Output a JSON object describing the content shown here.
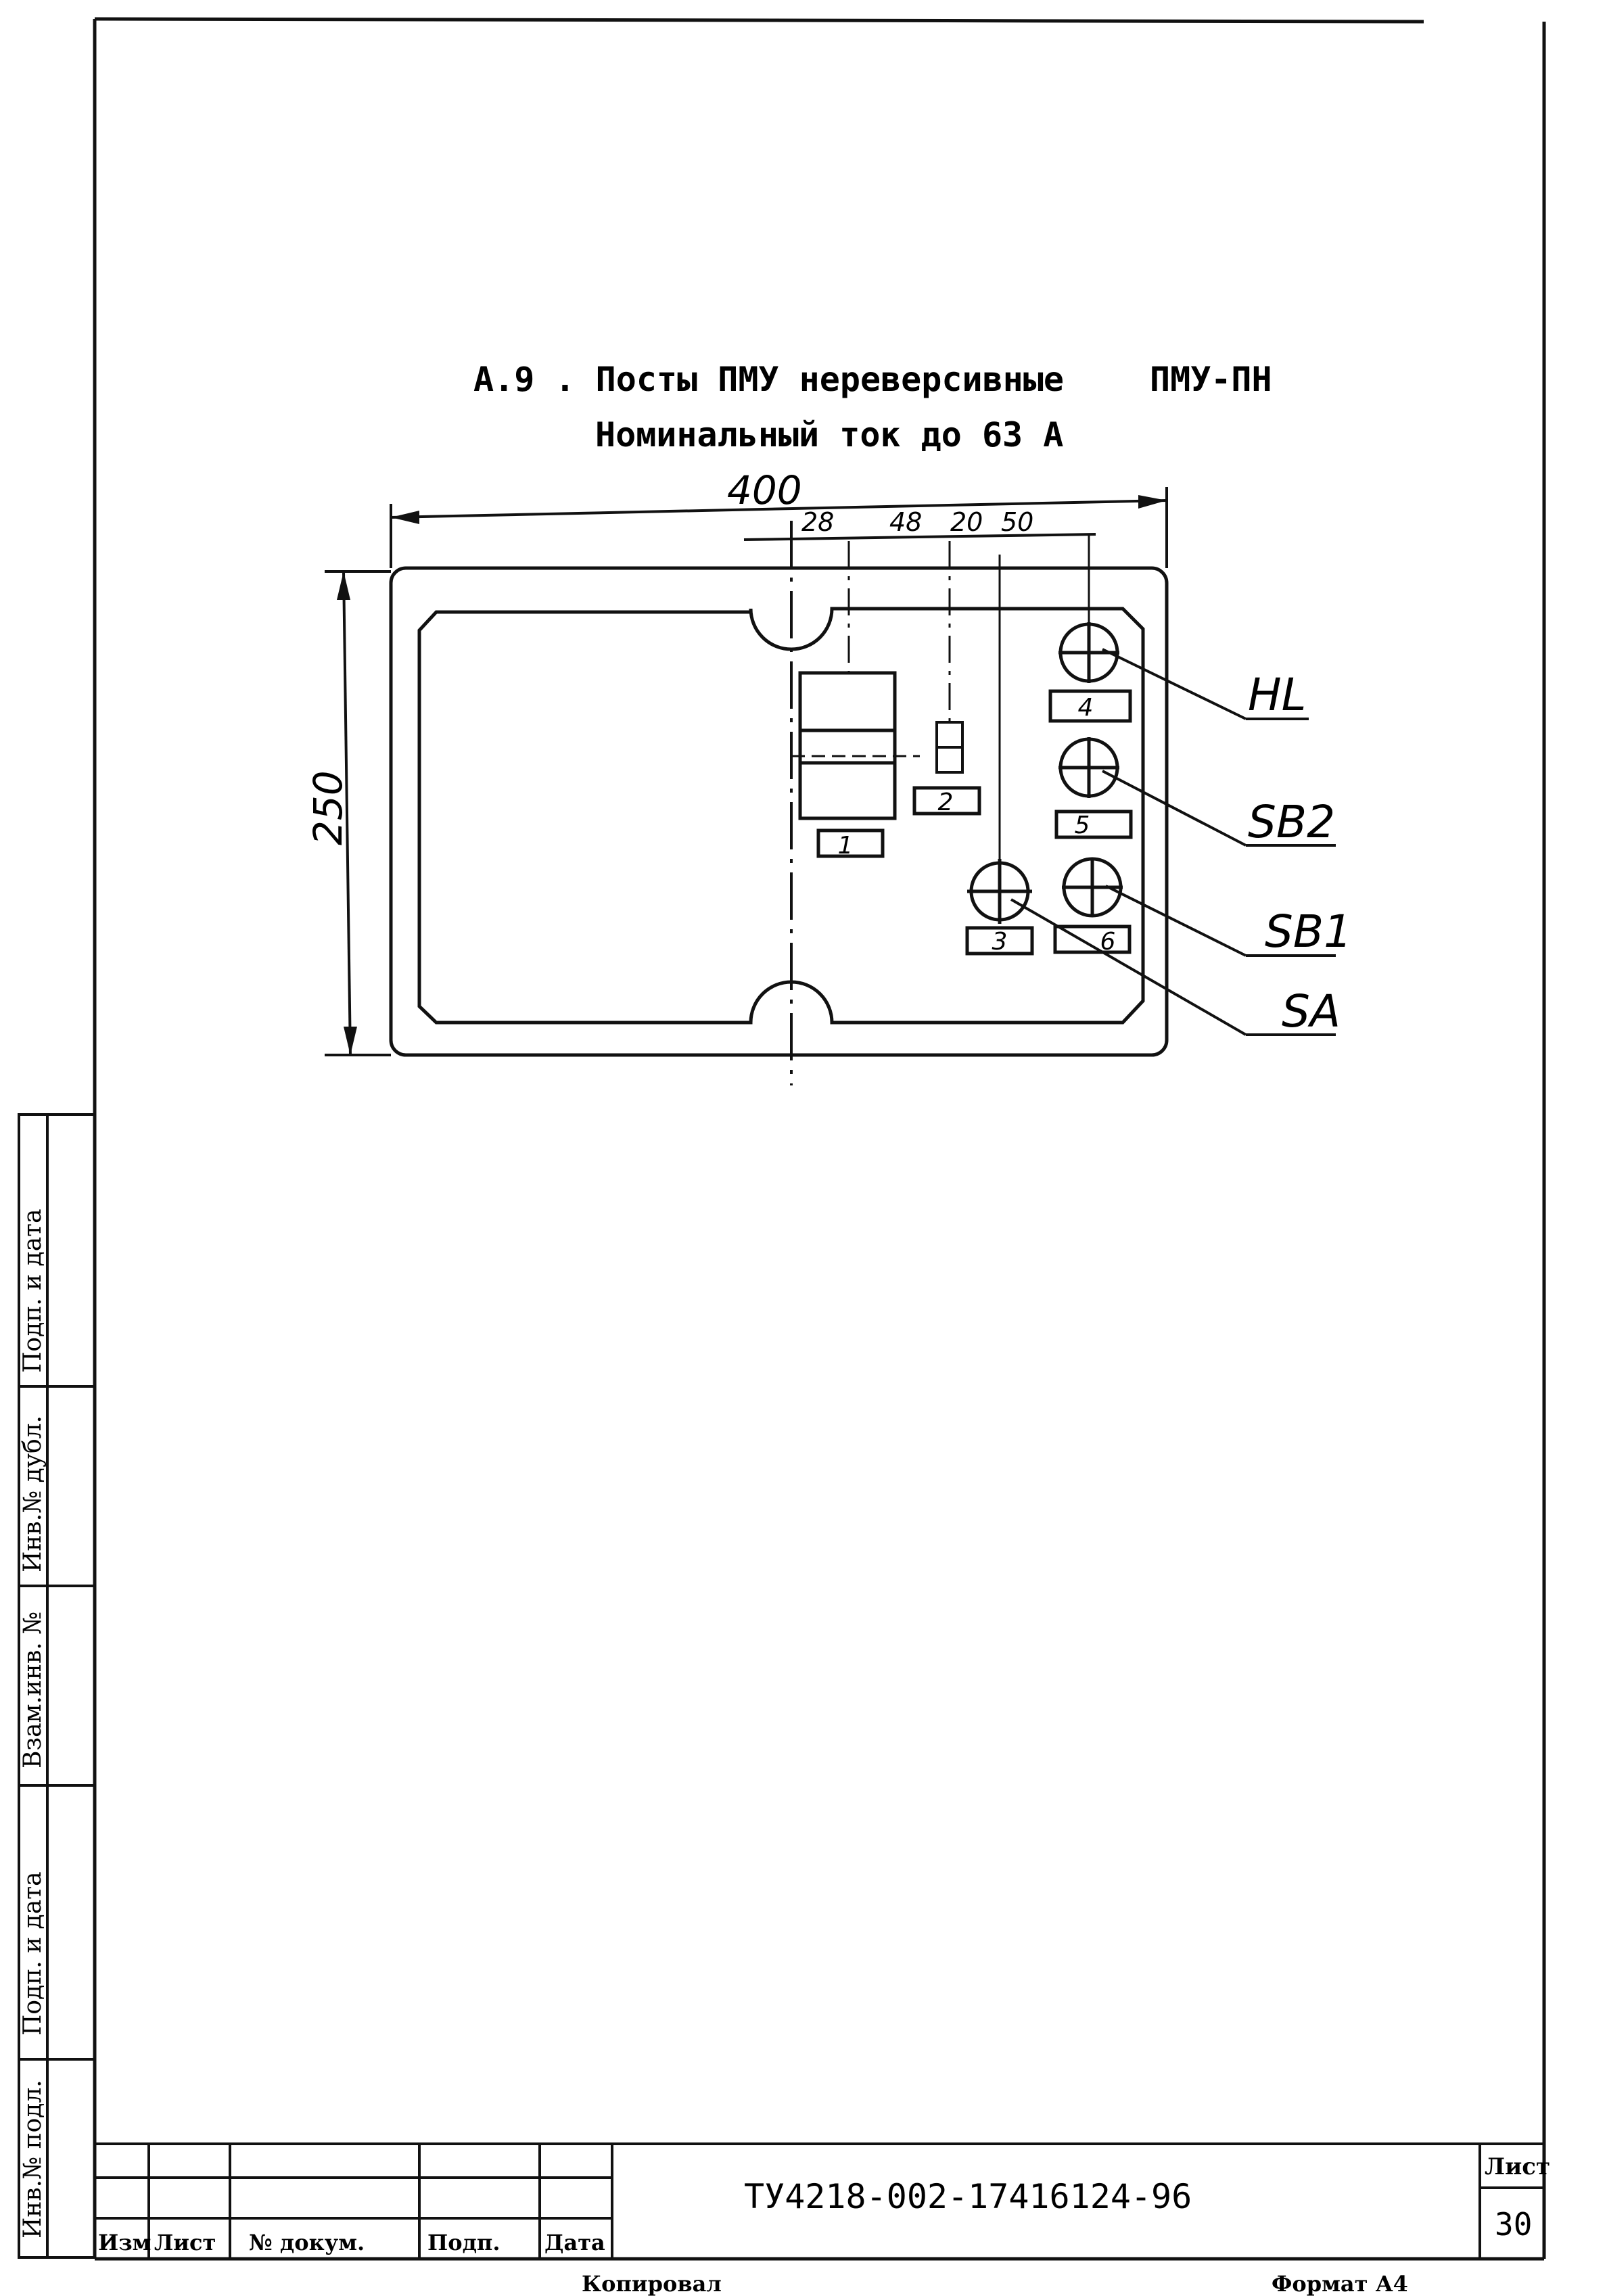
{
  "heading": {
    "line1": "А.9 . Посты ПМУ нереверсивные",
    "code": "ПМУ-ПН",
    "line2": "Номинальный ток до 63 А"
  },
  "dimensions": {
    "width": "400",
    "height": "250",
    "d1": "28",
    "d2": "48",
    "d3": "20",
    "d4": "50"
  },
  "positions": [
    "1",
    "2",
    "3",
    "4",
    "5",
    "6"
  ],
  "callouts": {
    "hl": "HL",
    "sb2": "SB2",
    "sb1": "SB1",
    "sa": "SA"
  },
  "left_strip": {
    "f1": "Инв.№ подл.",
    "f2": "Подп. и дата",
    "f3": "Взам.инв. №",
    "f4": "Инв.№ дубл.",
    "f5": "Подп. и дата"
  },
  "title_block": {
    "izm": "Изм",
    "list": "Лист",
    "doc_no": "№ докум.",
    "podp": "Подп.",
    "data": "Дата",
    "designation": "ТУ4218-002-17416124-96",
    "sheet_label": "Лист",
    "sheet_number": "30"
  },
  "footer": {
    "copied": "Копировал",
    "format": "Формат А4"
  }
}
